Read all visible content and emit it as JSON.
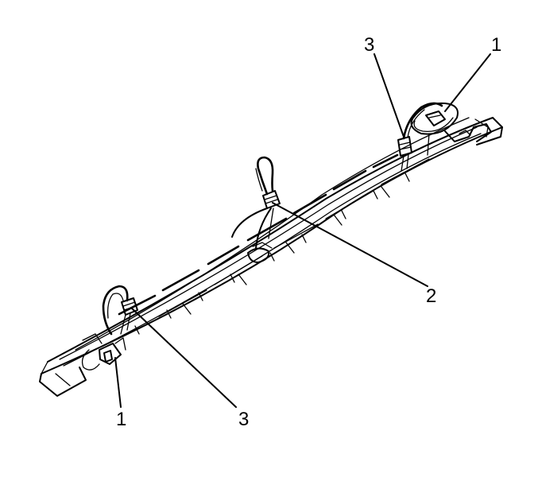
{
  "callouts": {
    "c1_top": "1",
    "c3_top": "3",
    "c2": "2",
    "c1_bottom": "1",
    "c3_bottom": "3"
  },
  "colors": {
    "ink": "#000000",
    "background": "#ffffff"
  }
}
